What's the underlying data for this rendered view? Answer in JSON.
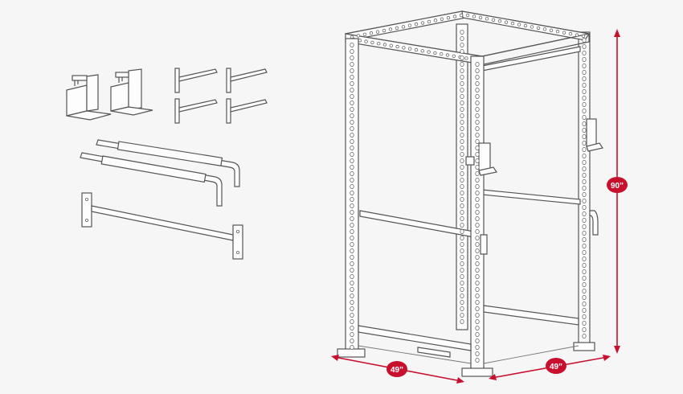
{
  "dimensions": {
    "height": "90”",
    "width_left": "49”",
    "width_right": "49”"
  },
  "colors": {
    "background": "#f6f6f6",
    "line": "#555555",
    "accent": "#c8102e"
  },
  "accessories": [
    "j-hook-pair",
    "storage-pegs",
    "safety-spotter-arms",
    "pull-up-bar"
  ]
}
